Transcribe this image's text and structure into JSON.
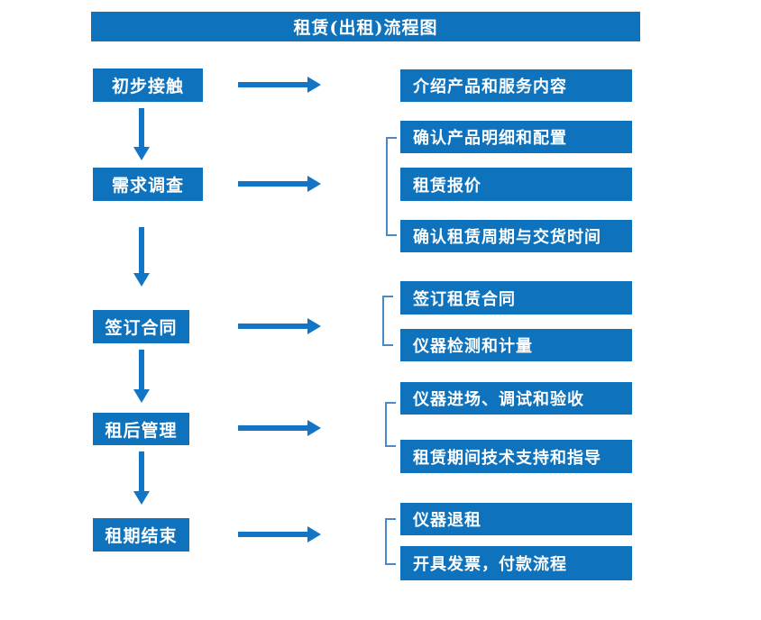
{
  "title": "租赁(出租)流程图",
  "colors": {
    "box_blue": "#0f72bc",
    "arrow_blue": "#1375c6",
    "bracket_blue": "#4a88c7",
    "text_white": "#ffffff",
    "background": "#ffffff"
  },
  "stages": [
    {
      "label": "初步接触",
      "outputs": [
        "介绍产品和服务内容"
      ]
    },
    {
      "label": "需求调查",
      "outputs": [
        "确认产品明细和配置",
        "租赁报价",
        "确认租赁周期与交货时间"
      ]
    },
    {
      "label": "签订合同",
      "outputs": [
        "签订租赁合同",
        "仪器检测和计量"
      ]
    },
    {
      "label": "租后管理",
      "outputs": [
        "仪器进场、调试和验收",
        "租赁期间技术支持和指导"
      ]
    },
    {
      "label": "租期结束",
      "outputs": [
        "仪器退租",
        "开具发票，付款流程"
      ]
    }
  ]
}
